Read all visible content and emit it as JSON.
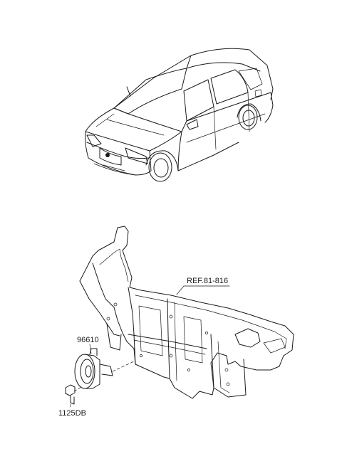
{
  "labels": {
    "ref": "REF.81-816",
    "horn_part": "96610",
    "bolt_part": "1125DB"
  }
}
